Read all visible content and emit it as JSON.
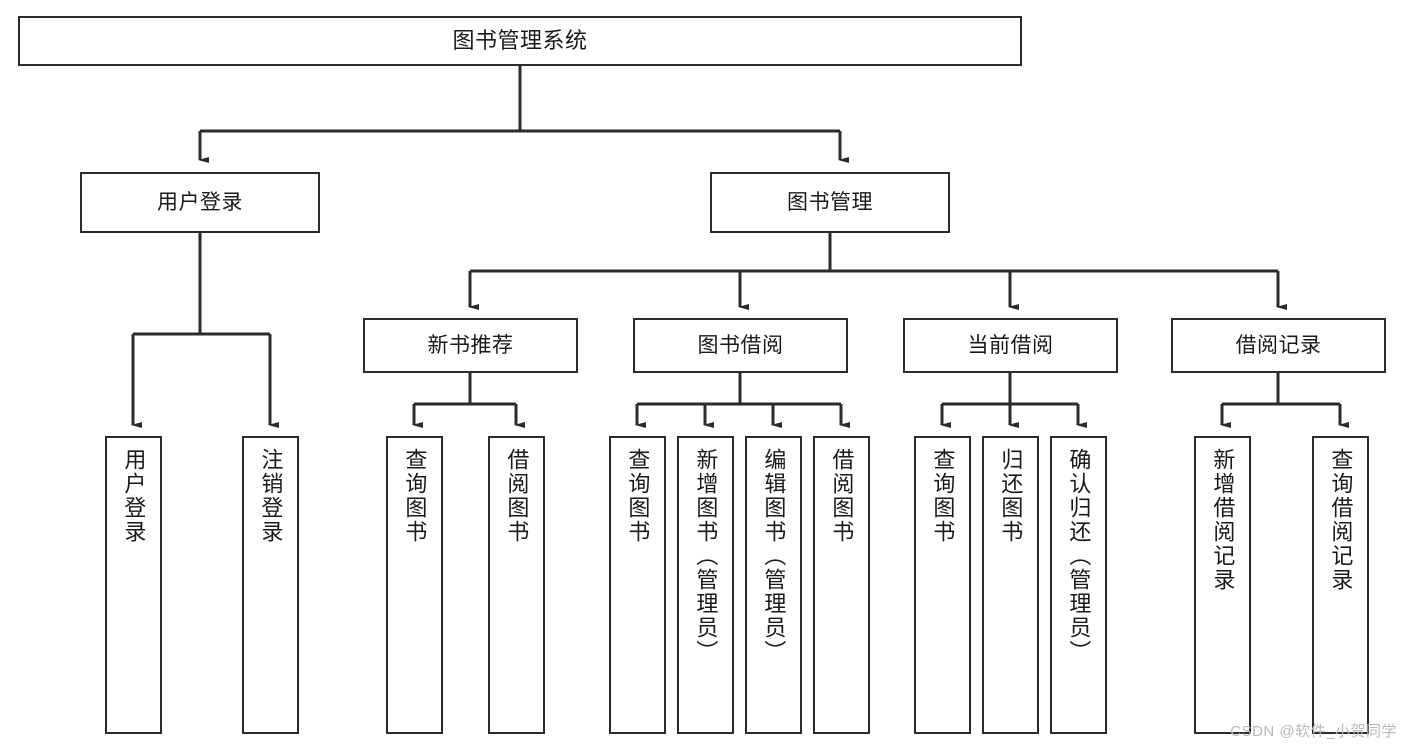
{
  "diagram": {
    "title": "图书管理系统",
    "type": "hierarchy-tree",
    "root": {
      "label": "图书管理系统"
    },
    "level2": [
      {
        "id": "user-login",
        "label": "用户登录"
      },
      {
        "id": "book-management",
        "label": "图书管理"
      }
    ],
    "level3": [
      {
        "id": "new-book-recommend",
        "label": "新书推荐",
        "parent": "book-management"
      },
      {
        "id": "book-borrow",
        "label": "图书借阅",
        "parent": "book-management"
      },
      {
        "id": "current-borrow",
        "label": "当前借阅",
        "parent": "book-management"
      },
      {
        "id": "borrow-record",
        "label": "借阅记录",
        "parent": "book-management"
      }
    ],
    "leaves": [
      {
        "id": "leaf-user-login",
        "label": "用户登录",
        "parent": "user-login"
      },
      {
        "id": "leaf-logout",
        "label": "注销登录",
        "parent": "user-login"
      },
      {
        "id": "leaf-query-book-1",
        "label": "查询图书",
        "parent": "new-book-recommend"
      },
      {
        "id": "leaf-borrow-book-1",
        "label": "借阅图书",
        "parent": "new-book-recommend"
      },
      {
        "id": "leaf-query-book-2",
        "label": "查询图书",
        "parent": "book-borrow"
      },
      {
        "id": "leaf-add-book",
        "label": "新增图书（管理员）",
        "parent": "book-borrow"
      },
      {
        "id": "leaf-edit-book",
        "label": "编辑图书（管理员）",
        "parent": "book-borrow"
      },
      {
        "id": "leaf-borrow-book-2",
        "label": "借阅图书",
        "parent": "book-borrow"
      },
      {
        "id": "leaf-query-book-3",
        "label": "查询图书",
        "parent": "current-borrow"
      },
      {
        "id": "leaf-return-book",
        "label": "归还图书",
        "parent": "current-borrow"
      },
      {
        "id": "leaf-confirm-return",
        "label": "确认归还（管理员）",
        "parent": "current-borrow"
      },
      {
        "id": "leaf-add-record",
        "label": "新增借阅记录",
        "parent": "borrow-record"
      },
      {
        "id": "leaf-query-record",
        "label": "查询借阅记录",
        "parent": "borrow-record"
      }
    ]
  },
  "watermark": {
    "text": "CSDN @软件_小贺同学"
  },
  "colors": {
    "stroke": "#2b2b2b",
    "background": "#ffffff",
    "text": "#1a1a1a",
    "watermark": "#b9b9b9"
  }
}
